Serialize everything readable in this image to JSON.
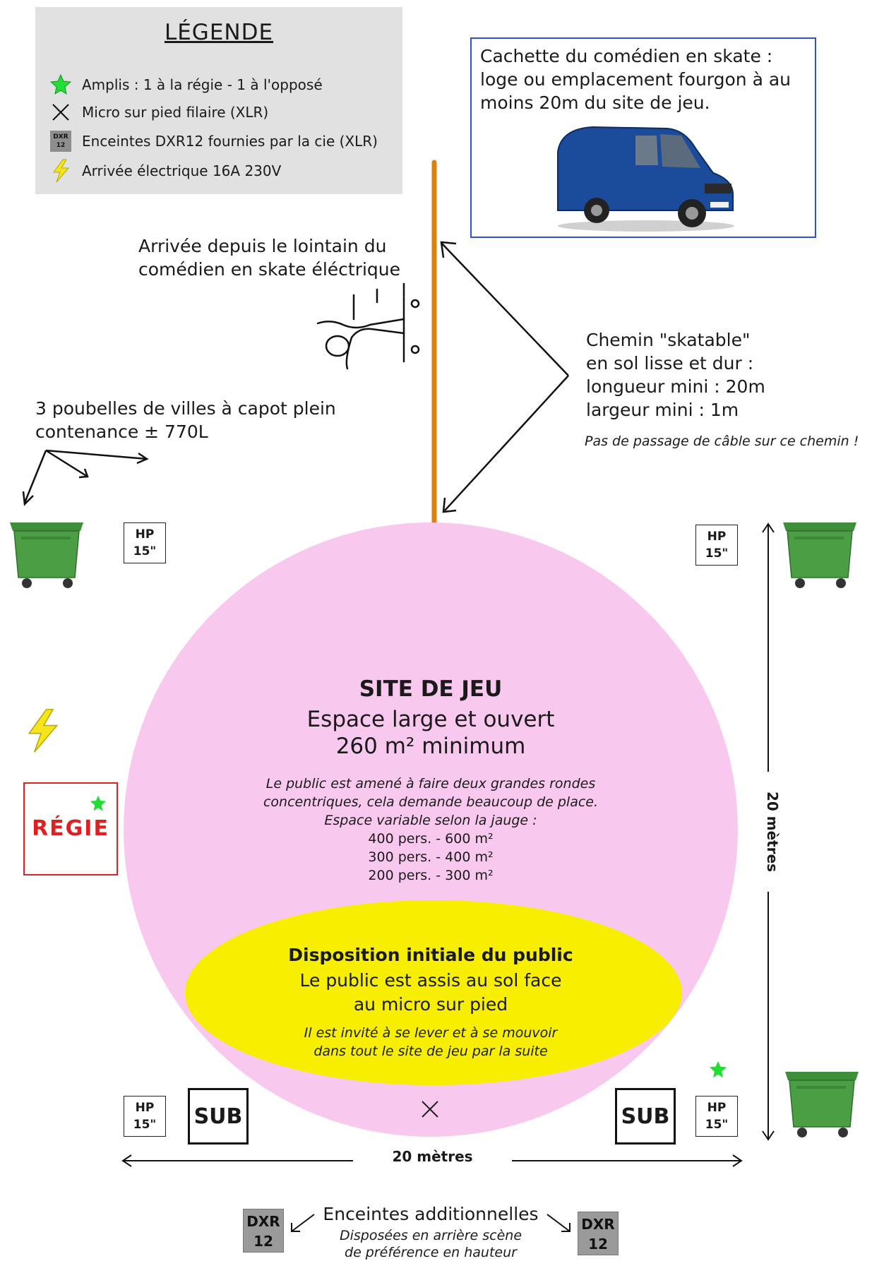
{
  "legend": {
    "title": "LÉGENDE",
    "items": [
      {
        "icon": "green-star-icon",
        "label": "Amplis : 1 à la régie - 1 à l'opposé"
      },
      {
        "icon": "cross-icon",
        "label": "Micro sur pied filaire (XLR)"
      },
      {
        "icon": "dxr-speaker-icon",
        "label": "Enceintes DXR12 fournies par la cie (XLR)"
      },
      {
        "icon": "lightning-icon",
        "label": "Arrivée électrique 16A 230V"
      }
    ],
    "dxr_icon_text": [
      "DXR",
      "12"
    ]
  },
  "hiding": {
    "text": "Cachette du comédien en skate : loge ou emplacement fourgon à au moins 20m du site de jeu."
  },
  "arrival": {
    "line1": "Arrivée depuis le lointain du",
    "line2": "comédien en skate éléctrique"
  },
  "path": {
    "lines": [
      "Chemin \"skatable\"",
      "en sol lisse et dur :",
      "longueur mini : 20m",
      "largeur mini : 1m"
    ],
    "note": "Pas de passage de câble sur ce chemin !"
  },
  "bins": {
    "line1": "3 poubelles de villes à capot plein",
    "line2": "contenance ± 770L"
  },
  "hp": {
    "line1": "HP",
    "line2": "15\""
  },
  "sub_label": "SUB",
  "regie_label": "RÉGIE",
  "site": {
    "title": "SITE DE JEU",
    "subtitle1": "Espace large et ouvert",
    "subtitle2": "260 m² minimum",
    "note_lines": [
      "Le public est amené à faire deux grandes rondes",
      "concentriques, cela demande beaucoup de place.",
      "Espace variable selon la jauge :"
    ],
    "capacity_lines": [
      "400 pers. - 600 m²",
      "300 pers. - 400 m²",
      "200 pers. - 300 m²"
    ]
  },
  "public": {
    "title": "Disposition initiale du public",
    "line1": "Le public est assis au sol face",
    "line2": "au micro sur pied",
    "note1": "Il est invité à se lever et à se mouvoir",
    "note2": "dans tout le site de jeu par la suite"
  },
  "dimension_horizontal": "20 mètres",
  "dimension_vertical": "20 mètres",
  "additional": {
    "title": "Enceintes additionnelles",
    "note1": "Disposées en arrière scène",
    "note2": "de préférence en hauteur"
  },
  "colors": {
    "site": "#f9c8ef",
    "public": "#f7ee00",
    "path": "#d9820f",
    "regie": "#e02020",
    "box_border": "#2f4fd6"
  }
}
